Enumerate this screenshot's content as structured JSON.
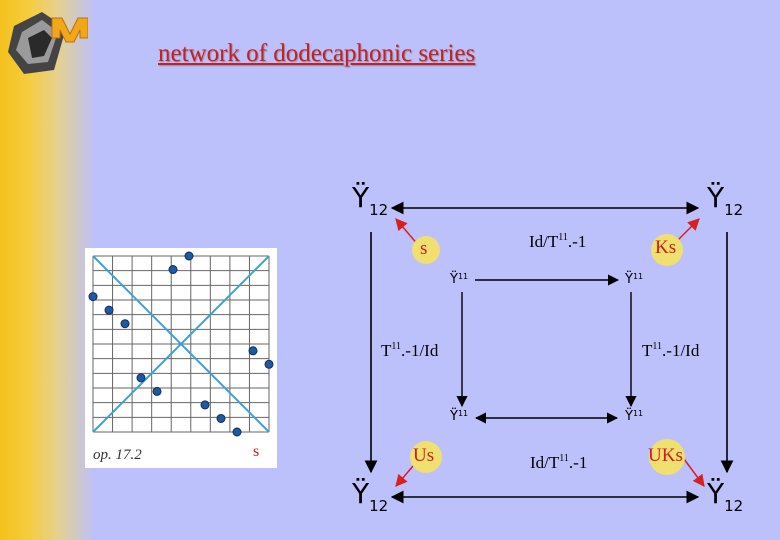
{
  "title": "network of dodecaphonic series",
  "corners": {
    "top_left": {
      "glyph": "Ÿ",
      "sub": "12"
    },
    "top_right": {
      "glyph": "Ÿ",
      "sub": "12"
    },
    "bottom_left": {
      "glyph": "Ÿ",
      "sub": "12"
    },
    "bottom_right": {
      "glyph": "Ÿ",
      "sub": "12"
    }
  },
  "inner_corners": {
    "top_left": {
      "glyph": "Ÿ",
      "sup": "11"
    },
    "top_right": {
      "glyph": "Ÿ",
      "sup": "11"
    },
    "bottom_left": {
      "glyph": "Ÿ",
      "sup": "11"
    },
    "bottom_right": {
      "glyph": "Ÿ",
      "sup": "11"
    }
  },
  "nodes": {
    "s": "s",
    "Ks": "Ks",
    "Us": "Us",
    "UKs": "UKs"
  },
  "edges": {
    "top": {
      "pre": "Id/T",
      "sup": "11",
      "post": ".-1"
    },
    "bottom": {
      "pre": "Id/T",
      "sup": "11",
      "post": ".-1"
    },
    "left": {
      "pre": "T",
      "sup": "11",
      "post": ".-1/Id"
    },
    "right": {
      "pre": "T",
      "sup": "11",
      "post": ".-1/Id"
    }
  },
  "inset": {
    "caption": "op. 17.2",
    "label": "s",
    "points": [
      {
        "pitch": 10,
        "step": 0
      },
      {
        "pitch": 9,
        "step": 1
      },
      {
        "pitch": 8,
        "step": 2
      },
      {
        "pitch": 12,
        "step": 5
      },
      {
        "pitch": 13,
        "step": 6
      },
      {
        "pitch": 4,
        "step": 3
      },
      {
        "pitch": 3,
        "step": 4
      },
      {
        "pitch": 2,
        "step": 7
      },
      {
        "pitch": 1,
        "step": 8
      },
      {
        "pitch": 0,
        "step": 9
      },
      {
        "pitch": 5,
        "step": 11
      },
      {
        "pitch": 6,
        "step": 10
      }
    ]
  },
  "colors": {
    "background": "#bcc0fb",
    "title": "#c8201c",
    "node_highlight": "#f0e070",
    "node_text": "#d01c1c",
    "diagonal": "#3aa2d6",
    "point": "#1f5aa0"
  }
}
